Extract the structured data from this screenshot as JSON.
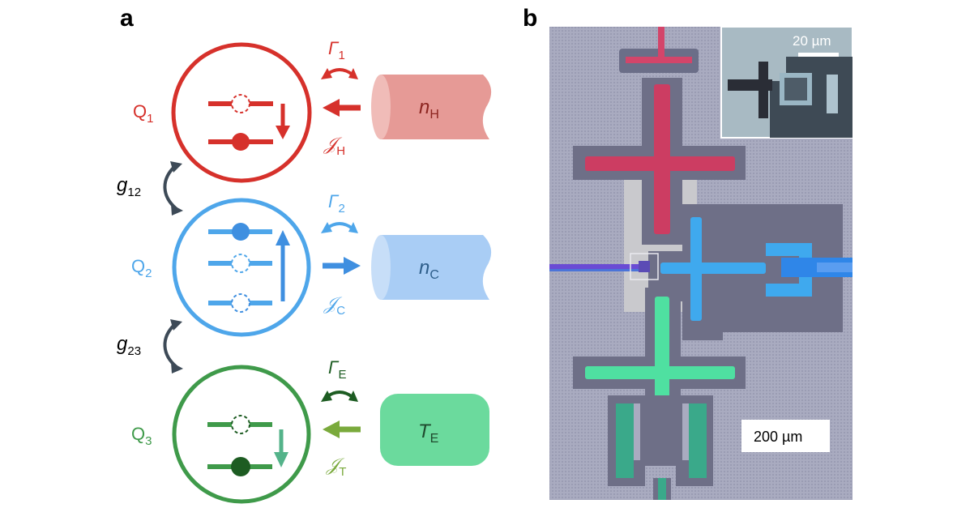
{
  "panels": {
    "a": {
      "label": "a"
    },
    "b": {
      "label": "b"
    }
  },
  "colors": {
    "hot_red": "#d6312b",
    "cold_blue": "#4ea6ea",
    "env_green": "#3f9a4a",
    "dark_green": "#1d5c22",
    "coupling_gray": "#3d4a57",
    "bath_red": "#e69a96",
    "bath_blue": "#a9cdf5",
    "bath_green": "#6bda9d",
    "substrate": "#a5a8bf",
    "metal_dark": "#6e6f87"
  },
  "qubits": [
    {
      "id": "Q1",
      "base": "Q",
      "sub": "1",
      "levels": 2,
      "excited_level": 0,
      "arrow": "down"
    },
    {
      "id": "Q2",
      "base": "Q",
      "sub": "2",
      "levels": 3,
      "excited_level": 2,
      "arrow": "up"
    },
    {
      "id": "Q3",
      "base": "Q",
      "sub": "3",
      "levels": 2,
      "excited_level": 0,
      "arrow": "down"
    }
  ],
  "couplings": [
    {
      "base": "g",
      "sub": "12"
    },
    {
      "base": "g",
      "sub": "23"
    }
  ],
  "rates": [
    {
      "base": "Γ",
      "sub": "1"
    },
    {
      "base": "Γ",
      "sub": "2"
    },
    {
      "base": "Γ",
      "sub": "E"
    }
  ],
  "currents": [
    {
      "base": "𝒥",
      "sub": "H"
    },
    {
      "base": "𝒥",
      "sub": "C"
    },
    {
      "base": "𝒥",
      "sub": "T"
    }
  ],
  "baths": [
    {
      "base": "n",
      "sub": "H",
      "shape": "cylinder"
    },
    {
      "base": "n",
      "sub": "C",
      "shape": "cylinder"
    },
    {
      "base": "T",
      "sub": "E",
      "shape": "rounded-box"
    }
  ],
  "micrograph": {
    "inset_scalebar": "20 µm",
    "main_scalebar": "200 µm"
  }
}
